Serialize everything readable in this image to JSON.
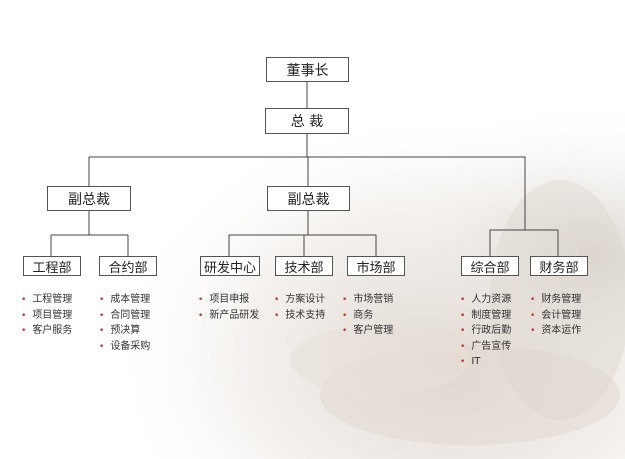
{
  "org": {
    "chairman": "董事长",
    "president": "总 裁",
    "vp_left": "副总裁",
    "vp_center": "副总裁",
    "departments": [
      {
        "name": "工程部",
        "items": [
          "工程管理",
          "项目管理",
          "客户服务"
        ]
      },
      {
        "name": "合约部",
        "items": [
          "成本管理",
          "合同管理",
          "预决算",
          "设备采购"
        ]
      },
      {
        "name": "研发中心",
        "items": [
          "项目申报",
          "新产品研发"
        ]
      },
      {
        "name": "技术部",
        "items": [
          "方案设计",
          "技术支持"
        ]
      },
      {
        "name": "市场部",
        "items": [
          "市场营销",
          "商务",
          "客户管理"
        ]
      },
      {
        "name": "综合部",
        "items": [
          "人力资源",
          "制度管理",
          "行政后勤",
          "广告宣传",
          "IT"
        ]
      },
      {
        "name": "财务部",
        "items": [
          "财务管理",
          "会计管理",
          "资本运作"
        ]
      }
    ]
  },
  "colors": {
    "line": "#444444",
    "border": "#555555",
    "bullet": "#c0392b",
    "text": "#222222"
  }
}
